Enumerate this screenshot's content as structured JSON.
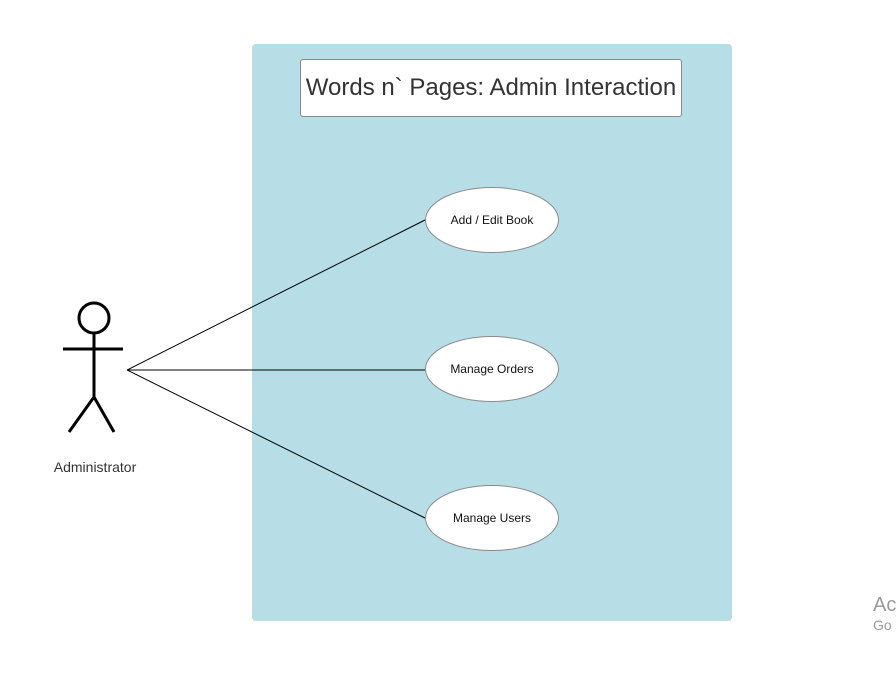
{
  "diagram": {
    "title": "Words n` Pages: Admin Interaction",
    "actor": {
      "label": "Administrator"
    },
    "use_cases": [
      {
        "label": "Add / Edit Book"
      },
      {
        "label": "Manage Orders"
      },
      {
        "label": "Manage Users"
      }
    ],
    "colors": {
      "boundary_fill": "#b7dde7",
      "use_case_fill": "#ffffff",
      "line": "#000000"
    }
  },
  "watermark": {
    "line1": "Ac",
    "line2": "Go"
  }
}
